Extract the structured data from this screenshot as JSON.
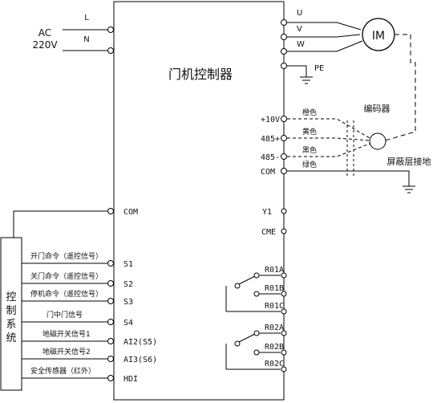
{
  "controller": {
    "title": "门机控制器"
  },
  "power": {
    "ac": "AC",
    "voltage": "220V",
    "L": "L",
    "N": "N"
  },
  "motor": {
    "label": "IM",
    "U": "U",
    "V": "V",
    "W": "W",
    "PE": "PE"
  },
  "encoder": {
    "title": "编码器",
    "shield": "屏蔽层接地",
    "terminals": [
      "+10V",
      "485+",
      "485-",
      "COM"
    ],
    "wires": [
      "橙色",
      "黄色",
      "黑色",
      "绿色"
    ],
    "wire_colors": [
      "#c0504d",
      "#e5e500",
      "#111111",
      "#2e9b3f"
    ]
  },
  "left_terminals": [
    "COM",
    "S1",
    "S2",
    "S3",
    "S4",
    "AI2(S5)",
    "AI3(S6)",
    "HDI"
  ],
  "signals": [
    "开门命令（遥控信号）",
    "关门命令（遥控信号）",
    "停机命令（遥控信号）",
    "门中门信号",
    "地磁开关信号1",
    "地磁开关信号2",
    "安全传感器（红外）"
  ],
  "control_system": [
    "控",
    "制",
    "系",
    "统"
  ],
  "right_outputs": {
    "Y1": "Y1",
    "CME": "CME"
  },
  "relay1": [
    "R01A",
    "R01B",
    "R01C"
  ],
  "relay2": [
    "R02A",
    "R02B",
    "R02C"
  ]
}
